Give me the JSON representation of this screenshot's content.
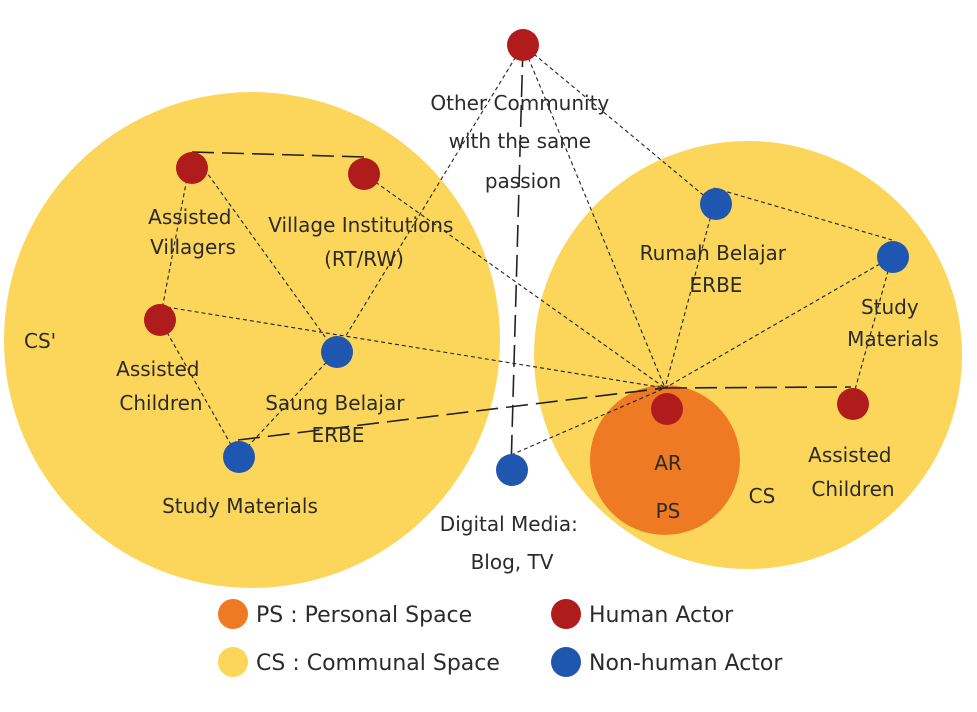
{
  "colors": {
    "communal_space": "#fbd65a",
    "personal_space": "#ee7a23",
    "human_actor": "#b01c1c",
    "nonhuman_actor": "#1f57b0"
  },
  "labels": {
    "cs_prime": "CS'",
    "cs": "CS",
    "ar": "AR",
    "ps": "PS",
    "other_community": [
      "Other Community",
      "with the same",
      "passion"
    ],
    "assisted_villagers": [
      "Assisted",
      "Villagers"
    ],
    "village_institutions": [
      "Village Institutions",
      "(RT/RW)"
    ],
    "assisted_children_left": [
      "Assisted",
      "Children"
    ],
    "saung_belajar": [
      "Saung Belajar",
      "ERBE"
    ],
    "study_materials_left": "Study Materials",
    "digital_media": [
      "Digital Media:",
      "Blog, TV"
    ],
    "rumah_belajar": [
      "Rumah Belajar",
      "ERBE"
    ],
    "study_materials_right": [
      "Study",
      "Materials"
    ],
    "assisted_children_right": [
      "Assisted",
      "Children"
    ]
  },
  "legend": {
    "ps": "PS : Personal Space",
    "cs": "CS : Communal Space",
    "human": "Human Actor",
    "nonhuman": "Non-human Actor"
  }
}
